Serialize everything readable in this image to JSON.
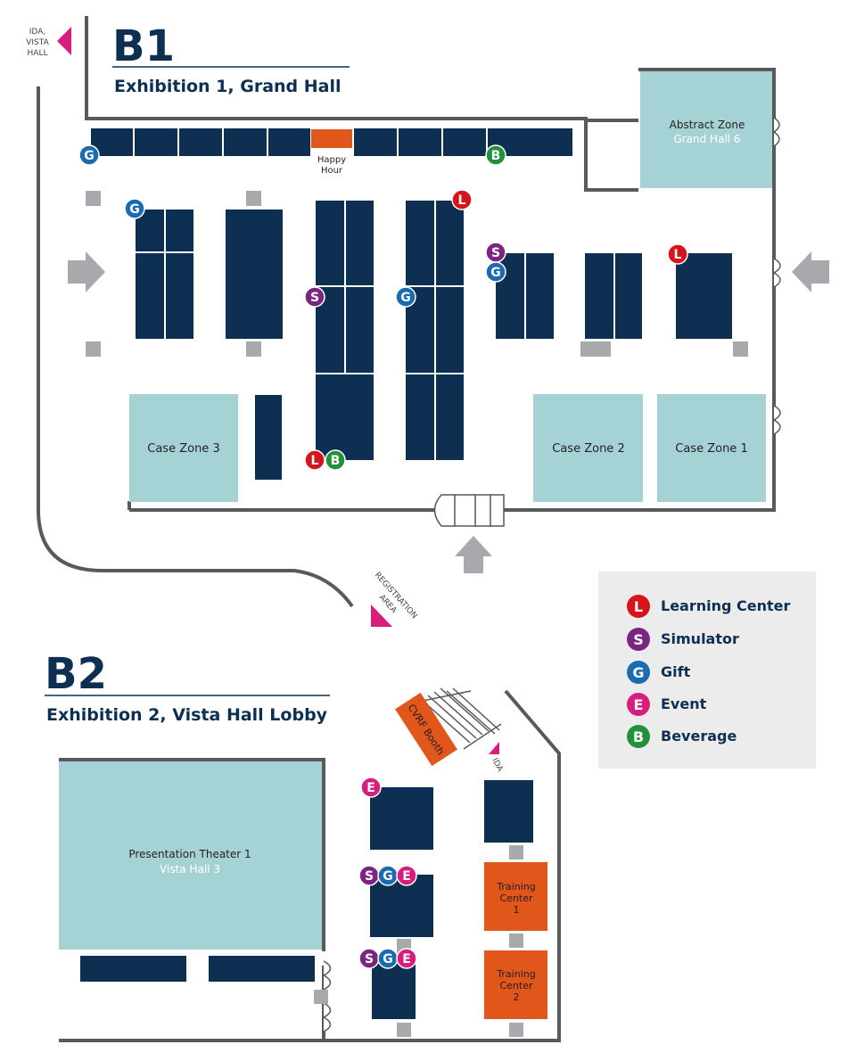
{
  "b1": {
    "code": "B1",
    "title": "Exhibition 1, Grand Hall"
  },
  "b2": {
    "code": "B2",
    "title": "Exhibition 2, Vista Hall Lobby"
  },
  "ida_vista_hall": {
    "line1": "IDA,",
    "line2": "VISTA",
    "line3": "HALL"
  },
  "registration_area": {
    "line1": "REGISTRATION",
    "line2": "AREA"
  },
  "ida_label": "IDA",
  "happy_hour": {
    "line1": "Happy",
    "line2": "Hour"
  },
  "abstract_zone": {
    "line1": "Abstract Zone",
    "line2": "Grand Hall 6"
  },
  "case_zone_1": "Case Zone 1",
  "case_zone_2": "Case Zone 2",
  "case_zone_3": "Case Zone 3",
  "presentation_theater": {
    "line1": "Presentation Theater 1",
    "line2": "Vista Hall 3"
  },
  "training_center_1": {
    "line1": "Training",
    "line2": "Center",
    "line3": "1"
  },
  "training_center_2": {
    "line1": "Training",
    "line2": "Center",
    "line3": "2"
  },
  "cvrf_booth": "CVRF Booth",
  "marker_letters": {
    "learning": "L",
    "simulator": "S",
    "gift": "G",
    "event": "E",
    "beverage": "B"
  },
  "legend": {
    "items": [
      {
        "letter": "L",
        "label": "Learning Center",
        "color": "#d7141b"
      },
      {
        "letter": "S",
        "label": "Simulator",
        "color": "#7b2481"
      },
      {
        "letter": "G",
        "label": "Gift",
        "color": "#1c6bb0"
      },
      {
        "letter": "E",
        "label": "Event",
        "color": "#d71e7c"
      },
      {
        "letter": "B",
        "label": "Beverage",
        "color": "#23913b"
      }
    ]
  },
  "colors": {
    "navy": "#0d2f52",
    "teal": "#a5d3d5",
    "orange": "#e0561b",
    "wall": "#58595b",
    "gray": "#a7a9ac",
    "magenta": "#d71e7c",
    "legend_bg": "#ececec"
  }
}
